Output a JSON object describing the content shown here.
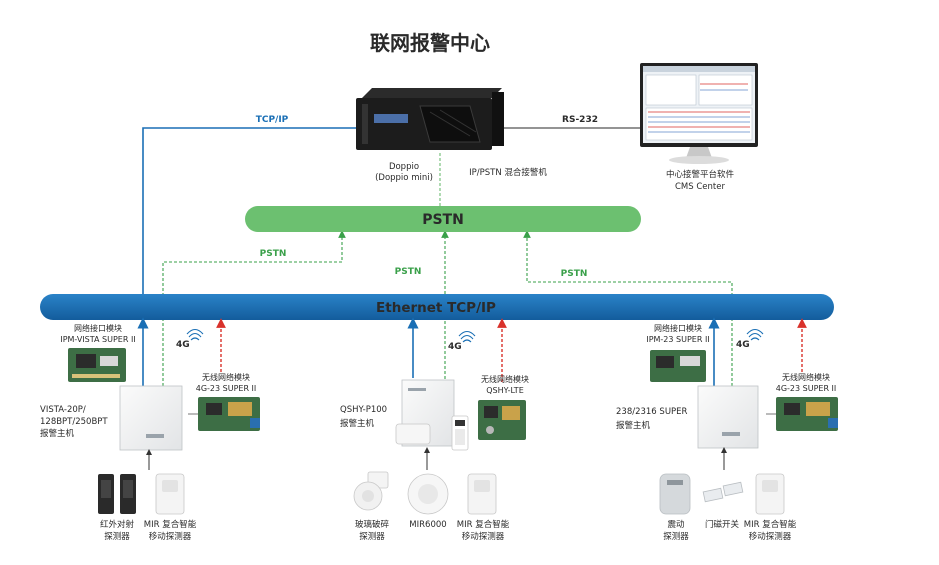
{
  "title": "联网报警中心",
  "buses": {
    "pstn": "PSTN",
    "ethernet": "Ethernet TCP/IP"
  },
  "links": {
    "tcpip": "TCP/IP",
    "rs232": "RS-232",
    "pstn_left": "PSTN",
    "pstn_mid": "PSTN",
    "pstn_right": "PSTN",
    "fourg_left": "4G",
    "fourg_mid": "4G",
    "fourg_right": "4G"
  },
  "receiver": {
    "name": "Doppio",
    "sub": "(Doppio mini)",
    "type": "IP/PSTN 混合接警机"
  },
  "cms": {
    "name": "中心接警平台软件",
    "sub": "CMS Center"
  },
  "left": {
    "module_title": "网络接口模块",
    "module_name": "IPM-VISTA SUPER II",
    "wireless_title": "无线网络模块",
    "wireless_name": "4G-23 SUPER II",
    "panel_l1": "VISTA-20P/",
    "panel_l2": "128BPT/250BPT",
    "panel_l3": "报警主机",
    "det1_l1": "红外对射",
    "det1_l2": "探测器",
    "det2_l1": "MIR 复合智能",
    "det2_l2": "移动探测器"
  },
  "middle": {
    "wireless_title": "无线网络模块",
    "wireless_name": "QSHY-LTE",
    "panel_l1": "QSHY-P100",
    "panel_l2": "报警主机",
    "det1_l1": "玻璃破碎",
    "det1_l2": "探测器",
    "det2_l1": "MIR6000",
    "det3_l1": "MIR 复合智能",
    "det3_l2": "移动探测器"
  },
  "right": {
    "module_title": "网络接口模块",
    "module_name": "IPM-23 SUPER II",
    "wireless_title": "无线网络模块",
    "wireless_name": "4G-23 SUPER II",
    "panel_l1": "238/2316 SUPER",
    "panel_l2": "报警主机",
    "det1_l1": "震动",
    "det1_l2": "探测器",
    "det2_l1": "门磁开关",
    "det3_l1": "MIR 复合智能",
    "det3_l2": "移动探测器"
  },
  "colors": {
    "blue": "#1a6fb5",
    "green": "#6cc070",
    "red": "#d9322b",
    "board": "#3d6e45"
  }
}
